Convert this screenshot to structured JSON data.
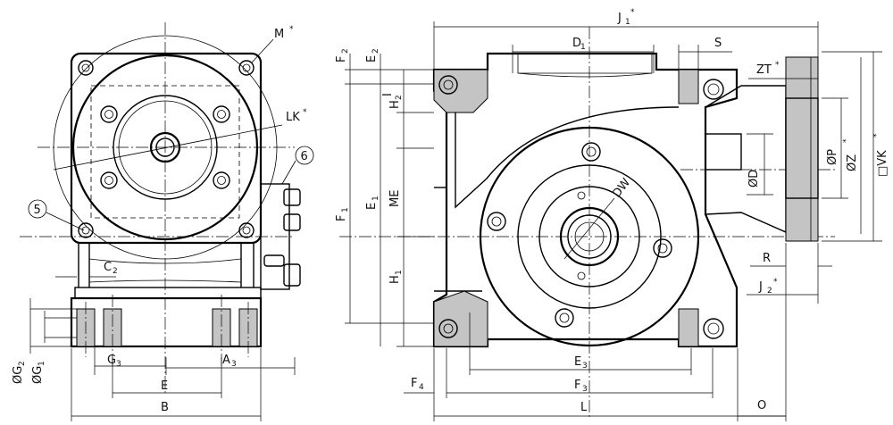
{
  "labels": {
    "M": "M",
    "LK": "LK",
    "C2_main": "C",
    "C2_sub": "2",
    "G3_main": "G",
    "G3_sub": "3",
    "A3_main": "A",
    "A3_sub": "3",
    "G2_main": "ØG",
    "G2_sub": "2",
    "G1_main": "ØG",
    "G1_sub": "1",
    "E": "E",
    "B": "B",
    "J1_main": "J",
    "J1_sub": "1",
    "D1_main": "D",
    "D1_sub": "1",
    "S": "S",
    "F2_main": "F",
    "F2_sub": "2",
    "E2_main": "E",
    "E2_sub": "2",
    "H2_main": "H",
    "H2_sub": "2",
    "ZT": "ZT",
    "F1_main": "F",
    "F1_sub": "1",
    "E1_main": "E",
    "E1_sub": "1",
    "ME": "ME",
    "H1_main": "H",
    "H1_sub": "1",
    "DW": "DW",
    "OD": "ØD",
    "OP": "ØP",
    "OZ": "ØZ",
    "VK": "□VK",
    "R": "R",
    "J2_main": "J",
    "J2_sub": "2",
    "E3_main": "E",
    "E3_sub": "3",
    "F3_main": "F",
    "F3_sub": "3",
    "F4_main": "F",
    "F4_sub": "4",
    "L": "L",
    "O": "O",
    "star": "*",
    "callout_5": "5",
    "callout_6": "6"
  }
}
